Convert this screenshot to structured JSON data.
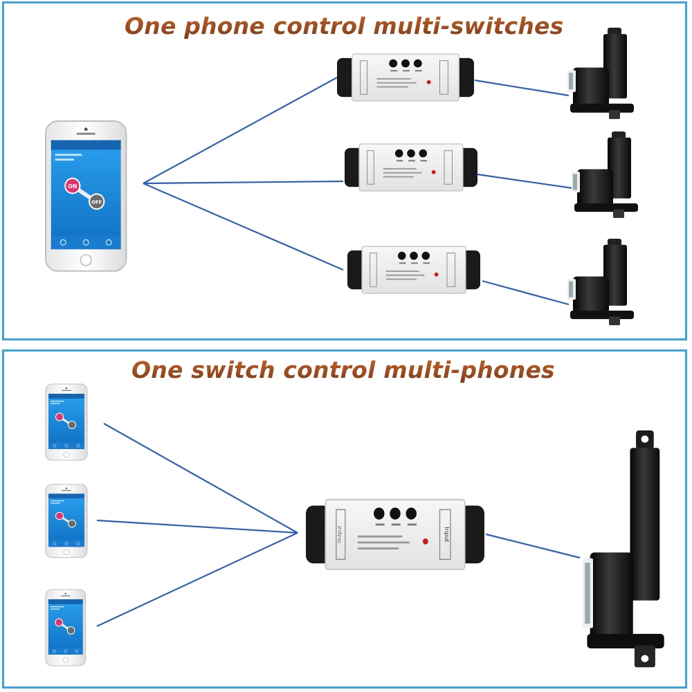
{
  "sections": [
    {
      "title": "One phone control multi-switches"
    },
    {
      "title": "One switch control multi-phones"
    }
  ],
  "phone_app": {
    "on_label": "ON",
    "off_label": "OFF"
  },
  "relay_module": {
    "output_label": "Output",
    "input_label": "Input"
  },
  "colors": {
    "border": "#3da5dc",
    "link_line": "#2f5fb8",
    "title_start": "#c4642a",
    "title_end": "#7e3a16",
    "app_blue": "#1e88d8"
  }
}
